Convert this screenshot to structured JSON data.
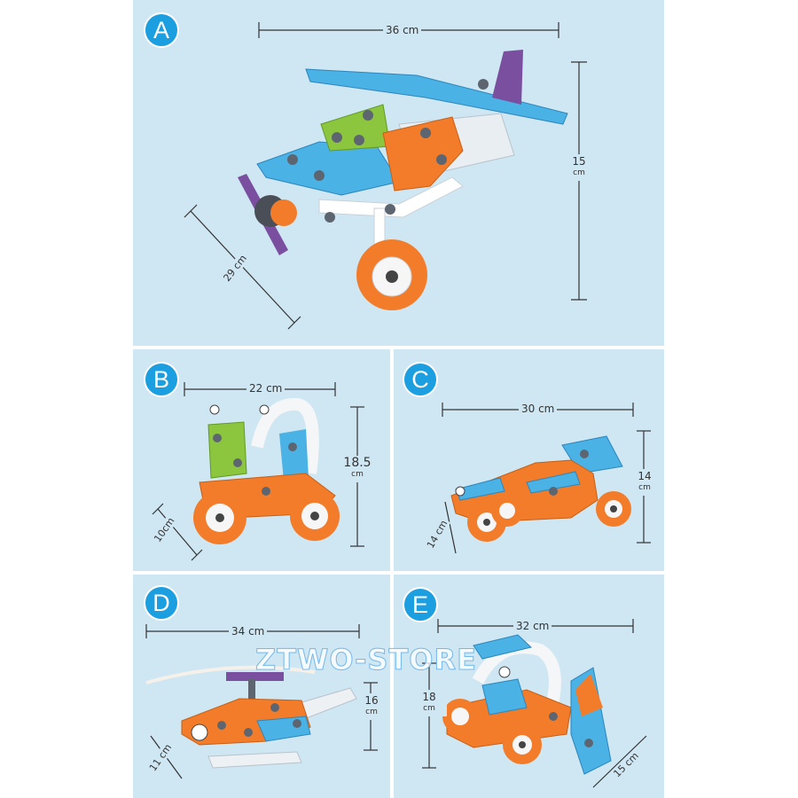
{
  "watermark": "ZTWO-STORE",
  "colors": {
    "background": "#cfe6f3",
    "badge": "#1b9fe0",
    "blue_part": "#4ab2e5",
    "orange_part": "#f27c2a",
    "green_part": "#8cc63f",
    "purple_part": "#7b4fa0"
  },
  "panels": [
    {
      "letter": "A",
      "model": "airplane",
      "width": "36 cm",
      "height_value": "15",
      "height_unit": "cm",
      "depth": "29 cm"
    },
    {
      "letter": "B",
      "model": "tricycle",
      "width": "22 cm",
      "height_value": "18.5",
      "height_unit": "cm",
      "depth": "10cm"
    },
    {
      "letter": "C",
      "model": "race-car",
      "width": "30 cm",
      "height_value": "14",
      "height_unit": "cm",
      "depth": "14 cm"
    },
    {
      "letter": "D",
      "model": "helicopter",
      "width": "34 cm",
      "height_value": "16",
      "height_unit": "cm",
      "depth": "11 cm"
    },
    {
      "letter": "E",
      "model": "bulldozer",
      "width": "32 cm",
      "height_value": "18",
      "height_unit": "cm",
      "depth": "15 cm"
    }
  ]
}
